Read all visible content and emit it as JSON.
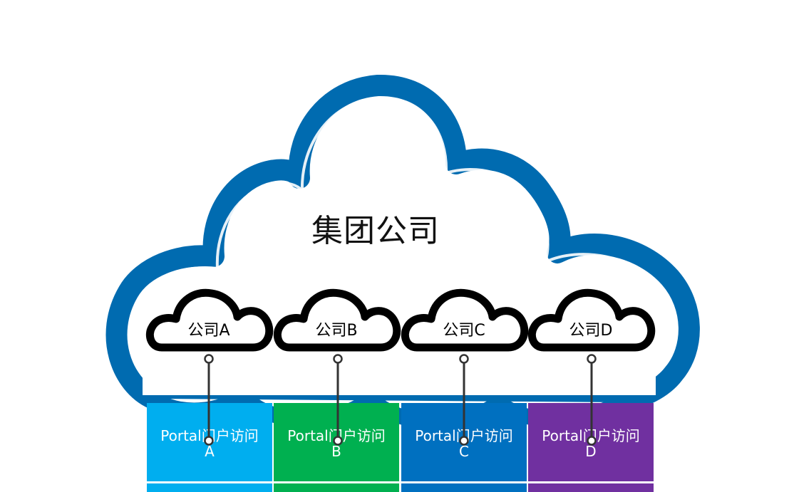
{
  "group": {
    "title": "集团公司"
  },
  "companies": [
    {
      "label": "公司A",
      "portal": "Portal门户访问",
      "letter": "A",
      "color": "#00aeef"
    },
    {
      "label": "公司B",
      "portal": "Portal门户访问",
      "letter": "B",
      "color": "#00b050"
    },
    {
      "label": "公司C",
      "portal": "Portal门户访问",
      "letter": "C",
      "color": "#0070c0"
    },
    {
      "label": "公司D",
      "portal": "Portal门户访问",
      "letter": "D",
      "color": "#7030a0"
    }
  ],
  "colors": {
    "cloud_outline": "#006bb0",
    "small_cloud": "#000000",
    "connector": "#333333"
  }
}
